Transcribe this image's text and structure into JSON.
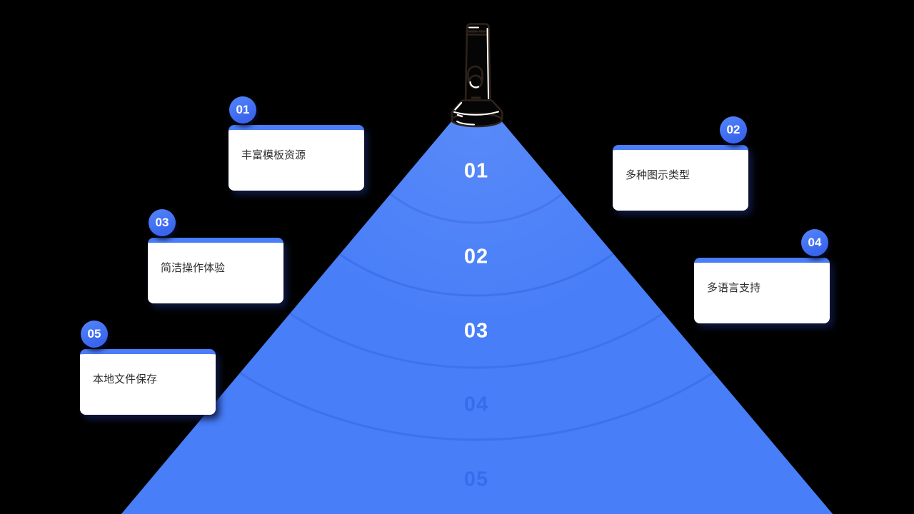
{
  "theme": {
    "background": "#000000",
    "beam_color": "#487ef8",
    "card_bar_color": "#4a7df8",
    "badge_color_start": "#5486fa",
    "badge_color_end": "#3a66ee",
    "card_text_color": "#2f2f2f",
    "beam_number_color": "#ffffff"
  },
  "flashlight": {
    "icon": "flashlight-icon"
  },
  "beam": {
    "steps": [
      {
        "number": "01",
        "style": "bright"
      },
      {
        "number": "02",
        "style": "bright"
      },
      {
        "number": "03",
        "style": "bright"
      },
      {
        "number": "04",
        "style": "faint"
      },
      {
        "number": "05",
        "style": "faint"
      }
    ]
  },
  "features": [
    {
      "number": "01",
      "label": "丰富模板资源",
      "side": "left"
    },
    {
      "number": "02",
      "label": "多种图示类型",
      "side": "right"
    },
    {
      "number": "03",
      "label": "简洁操作体验",
      "side": "left"
    },
    {
      "number": "04",
      "label": "多语言支持",
      "side": "right"
    },
    {
      "number": "05",
      "label": "本地文件保存",
      "side": "left"
    }
  ]
}
